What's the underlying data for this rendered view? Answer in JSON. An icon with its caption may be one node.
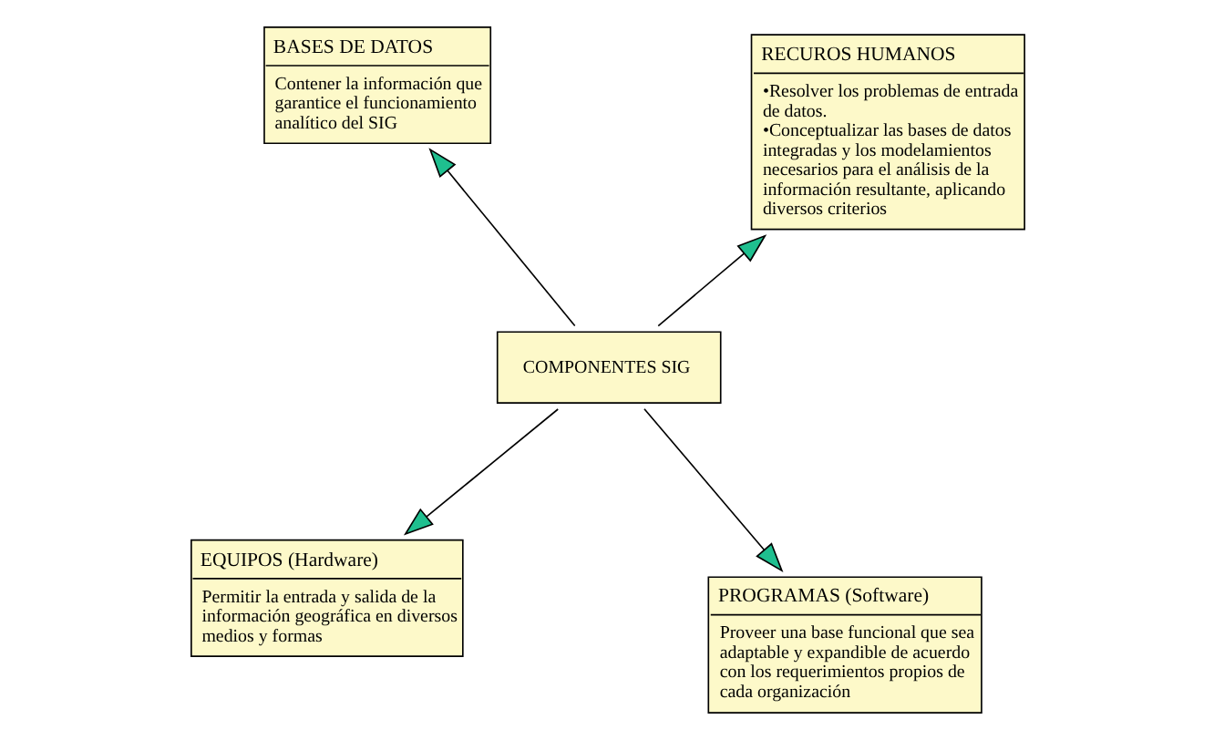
{
  "diagram": {
    "nodes": [
      {
        "text": [
          "EQUIPOS (Hardware)",
          "Permitir la entrada y salida de la información geográfica en diversos medios y formas"
        ]
      },
      {
        "text": [
          "PROGRAMAS (Software)",
          "Proveer una base funcional que sea adaptable y expandible de acuerdo con los requerimientos propios de cada organización"
        ]
      },
      {
        "text": [
          "COMPONENTES SIG"
        ]
      },
      {
        "text": [
          "BASES DE DATOS",
          "Contener la información que garantice el funcionamiento analítico del SIG"
        ]
      },
      {
        "text": [
          "RECUROS HUMANOS",
          "•Resolver los problemas de entrada de datos.",
          "•Conceptualizar las bases de datos integradas y los modelamientos necesarios para el análisis de la información resultante, aplicando diversos criterios"
        ]
      }
    ],
    "edges": [
      {
        "from": 2,
        "to": 0,
        "arrow": "to"
      },
      {
        "from": 2,
        "to": 1,
        "arrow": "to"
      },
      {
        "from": 2,
        "to": 3,
        "arrow": "to"
      },
      {
        "from": 2,
        "to": 4,
        "arrow": "to"
      }
    ]
  }
}
